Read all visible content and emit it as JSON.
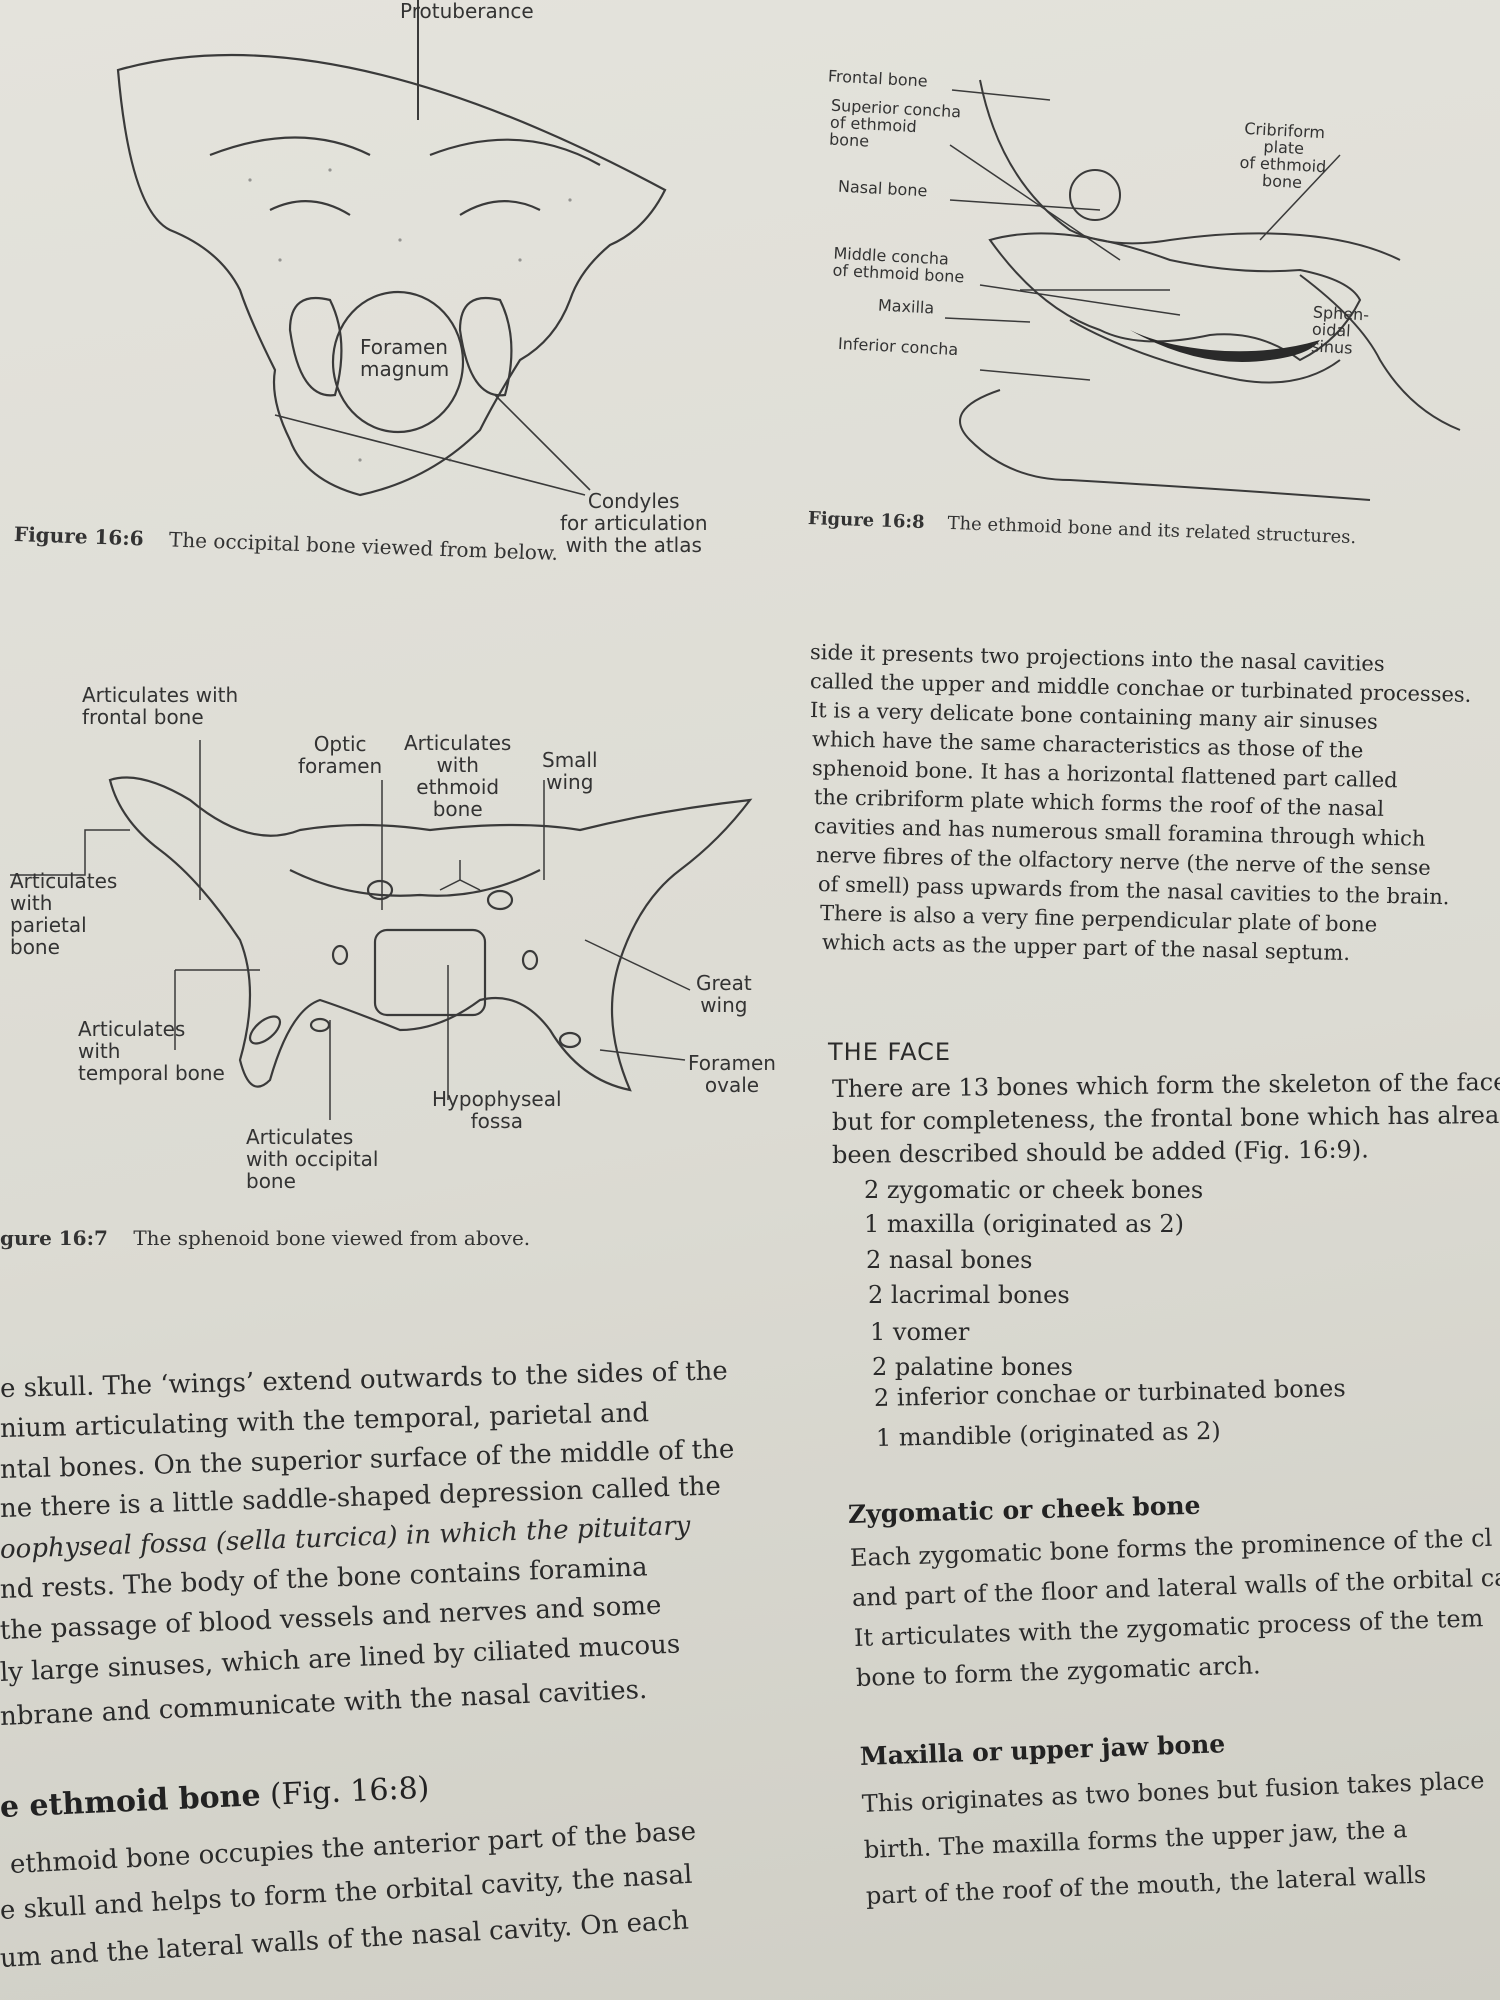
{
  "figures": {
    "fig16_6": {
      "top_label": "Protuberance",
      "labels": {
        "foramen_magnum": "Foramen\nmagnum",
        "condyles": "Condyles\nfor articulation\nwith the atlas"
      },
      "caption_num": "Figure 16:6",
      "caption_text": "The occipital bone viewed from below."
    },
    "fig16_8": {
      "labels": {
        "frontal_bone": "Frontal bone",
        "superior_concha": "Superior concha\nof ethmoid\nbone",
        "nasal_bone": "Nasal bone",
        "middle_concha": "Middle concha\nof ethmoid bone",
        "maxilla": "Maxilla",
        "inferior_concha": "Inferior concha",
        "cribriform_plate": "Cribriform\nplate\nof ethmoid\nbone",
        "sphenoidal_sinus": "Sphen-\noidal\nsinus"
      },
      "caption_num": "Figure 16:8",
      "caption_text": "The ethmoid bone and its related structures."
    },
    "fig16_7": {
      "labels": {
        "frontal": "Articulates with\nfrontal bone",
        "optic": "Optic\nforamen",
        "ethmoid": "Articulates\nwith\nethmoid\nbone",
        "small_wing": "Small\nwing",
        "parietal": "Articulates\nwith\nparietal\nbone",
        "great_wing": "Great\nwing",
        "temporal": "Articulates\nwith\ntemporal bone",
        "foramen_ovale": "Foramen\novale",
        "hypophyseal": "Hypophyseal\nfossa",
        "occipital": "Articulates\nwith occipital\nbone"
      },
      "caption_num": "gure 16:7",
      "caption_text": "The sphenoid bone viewed from above."
    }
  },
  "right_column": {
    "lines": [
      "side it presents two projections into the nasal cavities",
      "called the upper and middle conchae or turbinated processes.",
      "It is a very delicate bone containing many air sinuses",
      "which have the same characteristics as those of the",
      "sphenoid bone. It has a horizontal flattened part called",
      "the cribriform plate which forms the roof of the nasal",
      "cavities and has numerous small foramina through which",
      "nerve fibres of the olfactory nerve (the nerve of the sense",
      "of smell) pass upwards from the nasal cavities to the brain.",
      "There is also a very fine perpendicular plate of bone",
      "which acts as the upper part of the nasal septum."
    ],
    "face_heading": "THE FACE",
    "face_lines": [
      "There are 13 bones which form the skeleton of the face",
      "but for completeness, the frontal bone which has already",
      "been described should be added (Fig. 16:9)."
    ],
    "bone_list": [
      "2 zygomatic or cheek bones",
      "1 maxilla (originated as 2)",
      "2 nasal bones",
      "2 lacrimal bones",
      "1 vomer",
      "2 palatine bones",
      "2 inferior conchae or turbinated bones",
      "1 mandible (originated as 2)"
    ],
    "zygomatic_heading": "Zygomatic or cheek bone",
    "zygomatic_lines": [
      "Each zygomatic bone forms the prominence of the cl",
      "and part of the floor and lateral walls of the orbital ca",
      "It articulates with the zygomatic process of the tem",
      "bone to form the zygomatic arch."
    ],
    "maxilla_heading": "Maxilla or upper jaw bone",
    "maxilla_lines": [
      "This originates as two bones but fusion takes place",
      "birth. The maxilla forms the upper jaw, the a",
      "part of the roof of the mouth, the lateral walls"
    ]
  },
  "left_column": {
    "lines": [
      "e skull. The ‘wings’ extend outwards to the sides of the",
      "nium articulating with the temporal, parietal and",
      "ntal bones. On the superior surface of the middle of the",
      "ne there is a little saddle-shaped depression called the",
      "oophyseal fossa (sella turcica) in which the pituitary",
      "nd rests. The body of the bone contains foramina",
      "the passage of blood vessels and nerves and some",
      "ly large sinuses, which are lined by ciliated mucous",
      "nbrane and communicate with the nasal cavities."
    ],
    "ethmoid_heading_bold": "e ethmoid bone",
    "ethmoid_heading_rest": " (Fig. 16:8)",
    "ethmoid_lines": [
      "ethmoid bone occupies the anterior part of the base",
      "e skull and helps to form the orbital cavity, the nasal",
      "um and the lateral walls of the nasal cavity. On each"
    ]
  }
}
